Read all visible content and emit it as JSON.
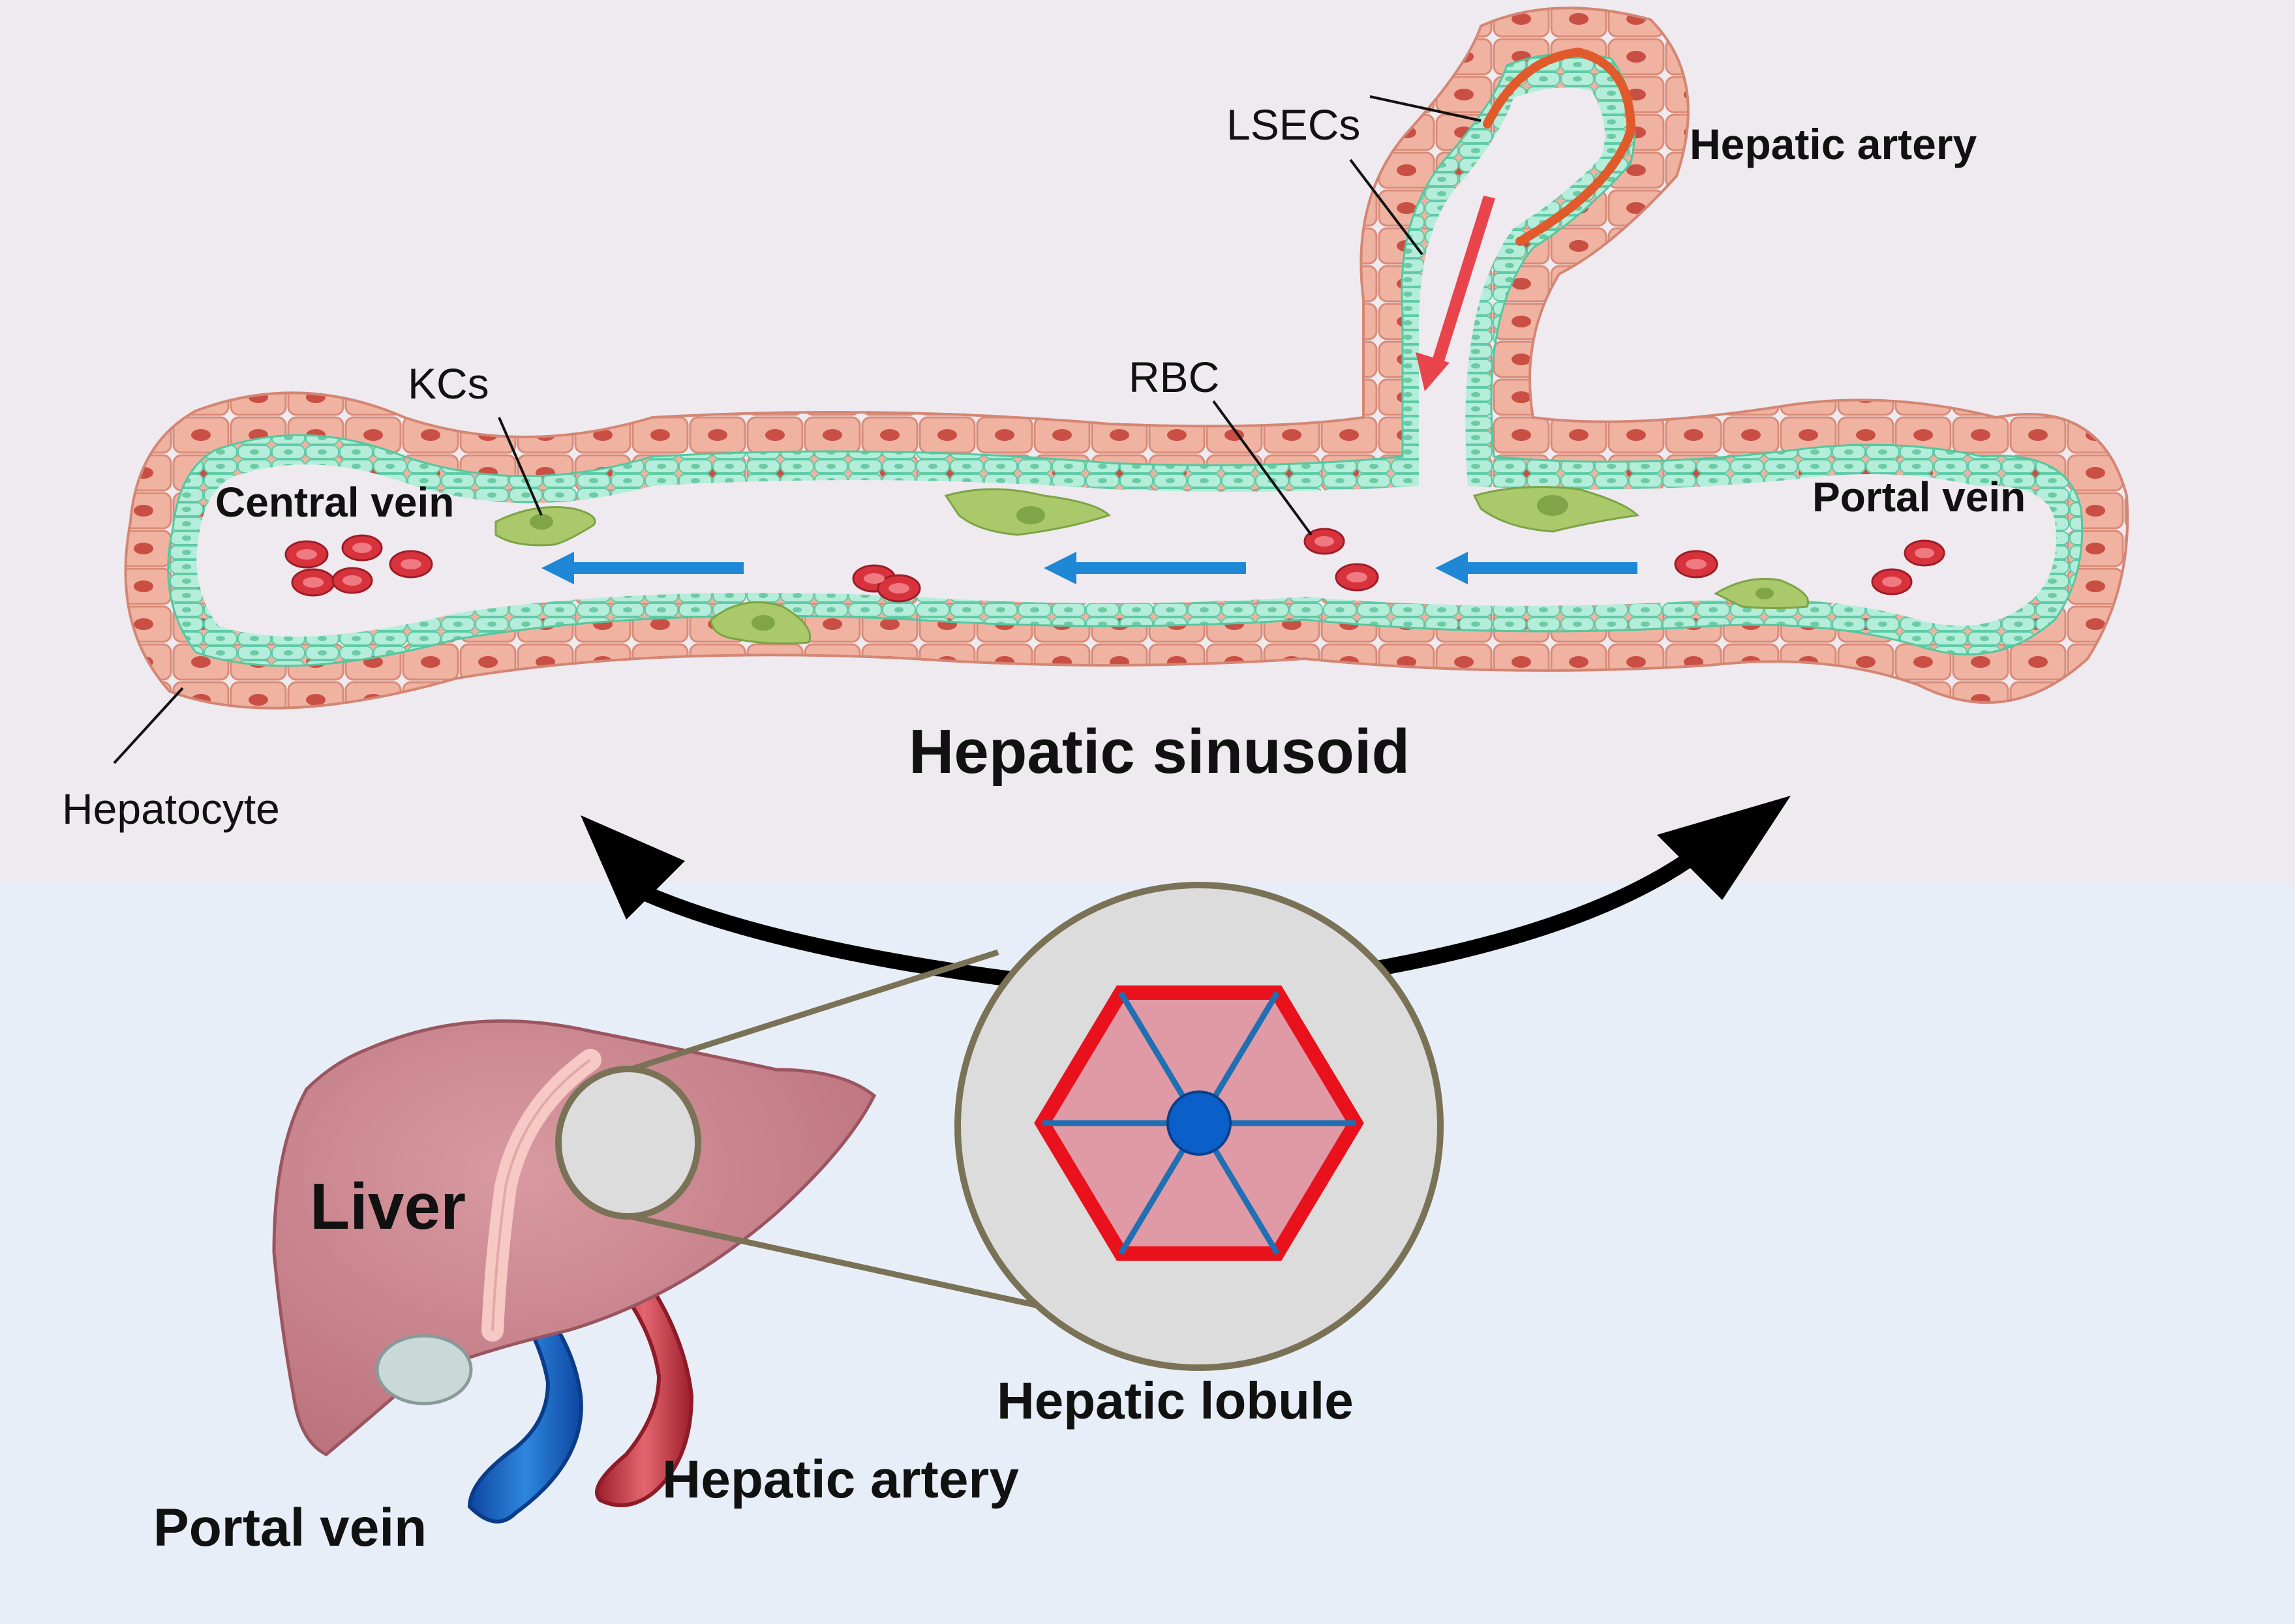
{
  "labels": {
    "lsecs": "LSECs",
    "hepatic_artery_top": "Hepatic artery",
    "kcs": "KCs",
    "rbc": "RBC",
    "central_vein": "Central vein",
    "portal_vein_top": "Portal vein",
    "hepatic_sinusoid": "Hepatic sinusoid",
    "hepatocyte": "Hepatocyte",
    "liver": "Liver",
    "hepatic_lobule": "Hepatic lobule",
    "hepatic_artery_bottom": "Hepatic artery",
    "portal_vein_bottom": "Portal vein"
  },
  "colors": {
    "top_panel_bg": "#EEEAF0",
    "bottom_panel_bg": "#E8EEF7",
    "hepatocyte": "#EDAA98",
    "hepatocyte_nucleus": "#C94F45",
    "endothelium": "#9FE5CC",
    "kupffer_cell": "#A9C96A",
    "rbc": "#D8333D",
    "flow_arrow": "#1E88D6",
    "arterial_arrow": "#E8444B",
    "hepatic_artery_wall": "#E05A2C",
    "liver": "#C9828C",
    "portal_vein": "#1565C0",
    "hepatic_artery_vessel": "#C62F3E",
    "lobule_border": "#E8111C",
    "lobule_fill": "#DF9AA6",
    "lobule_spokes": "#1F6FB3",
    "central_vein_dot": "#0A5FC8",
    "zoom_circle": "#DCDCDC",
    "zoom_outline": "#7A7256"
  }
}
